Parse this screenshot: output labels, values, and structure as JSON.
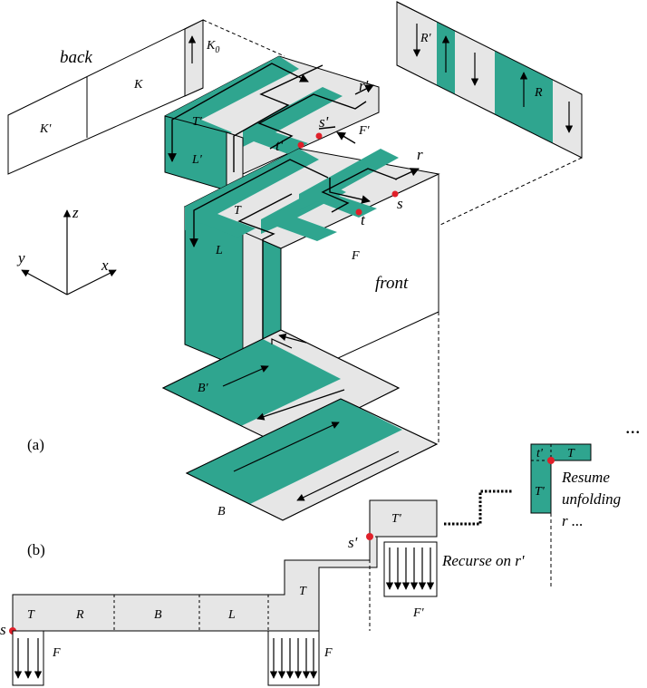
{
  "colors": {
    "teal": "#2fa58f",
    "gray": "#e6e6e6",
    "line": "#000000",
    "dot": "#e0202a"
  },
  "labels": {
    "back": "back",
    "front": "front",
    "K": "K",
    "K_prime": "K'",
    "K0_base": "K",
    "K0_sub": "0",
    "R_prime": "R'",
    "R": "R",
    "r_prime": "r'",
    "r": "r",
    "s_prime": "s'",
    "s": "s",
    "t_prime": "t'",
    "t": "t",
    "T_prime": "T'",
    "T": "T",
    "L_prime": "L'",
    "L": "L",
    "F_prime": "F'",
    "F": "F",
    "B_prime": "B'",
    "B": "B",
    "x": "x",
    "y": "y",
    "z": "z"
  },
  "panel_a": "(a)",
  "panel_b": "(b)",
  "ellipsis": "...",
  "strip_labels": [
    "T",
    "R",
    "B",
    "L",
    "T"
  ],
  "strip_s": "s",
  "strip_s_prime": "s'",
  "strip_T_prime": "T'",
  "strip_F": "F",
  "strip_F2": "F",
  "strip_F_prime": "F'",
  "recurse": "Recurse on r'",
  "resume": [
    "Resume",
    "unfolding",
    "r ..."
  ],
  "inset": {
    "t_prime": "t'",
    "T": "T",
    "T_prime": "T'"
  }
}
